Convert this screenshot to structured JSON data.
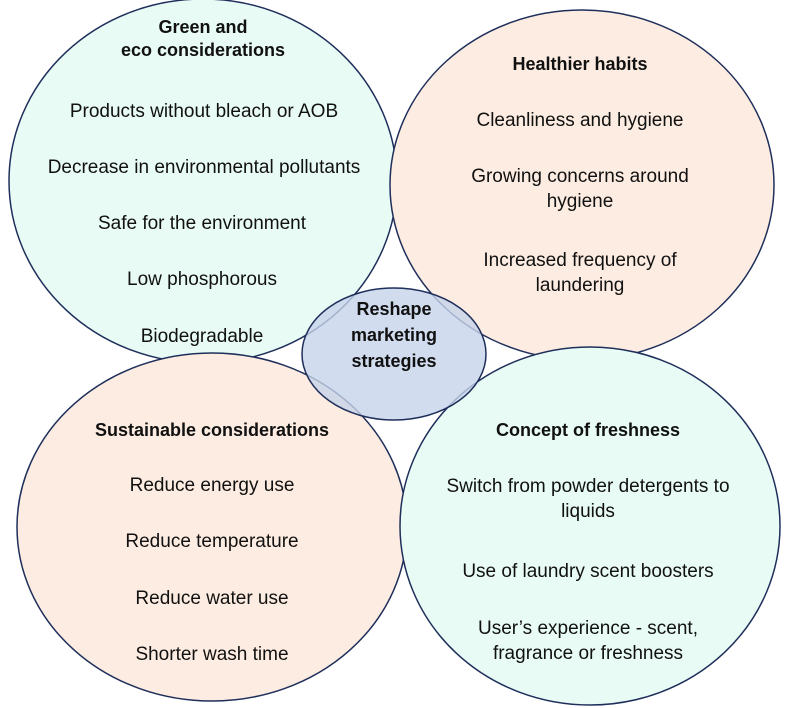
{
  "colors": {
    "outline": "#1f2f5b",
    "green_fill": "#e8fbf5",
    "health_fill": "#fdece1",
    "sustain_fill": "#fdece1",
    "fresh_fill": "#e8fbf5",
    "center_fill": "#c5d3ea"
  },
  "green": {
    "title": "Green and\neco considerations",
    "items": [
      "Products without bleach or AOB",
      "Decrease in environmental pollutants",
      "Safe for the environment",
      "Low phosphorous",
      "Biodegradable"
    ]
  },
  "health": {
    "title": "Healthier habits",
    "items": [
      "Cleanliness and hygiene",
      "Growing concerns around hygiene",
      "Increased frequency of laundering"
    ]
  },
  "center": {
    "title": "Reshape marketing strategies"
  },
  "sustain": {
    "title": "Sustainable considerations",
    "items": [
      "Reduce energy use",
      "Reduce temperature",
      "Reduce water use",
      "Shorter wash time"
    ]
  },
  "fresh": {
    "title": "Concept of freshness",
    "items": [
      "Switch from powder detergents to liquids",
      "Use of laundry scent boosters",
      "User’s experience - scent, fragrance or freshness"
    ]
  }
}
